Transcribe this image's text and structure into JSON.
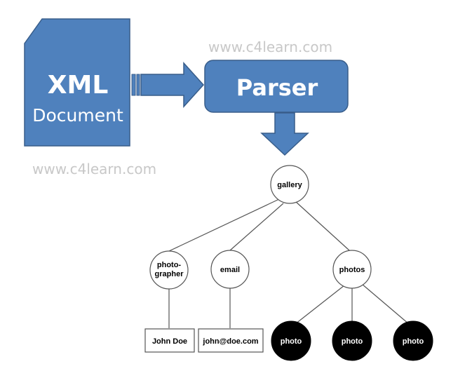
{
  "xml_document": {
    "line1": "XML",
    "line2": "Document"
  },
  "parser": {
    "label": "Parser"
  },
  "watermarks": [
    "www.c4learn.com",
    "www.c4learn.com"
  ],
  "tree": {
    "root": "gallery",
    "children": [
      "photo-",
      "grapher",
      "email",
      "photos"
    ],
    "leaf_values": [
      "John Doe",
      "john@doe.com"
    ],
    "photo_nodes": [
      "photo",
      "photo",
      "photo"
    ]
  },
  "colors": {
    "shape_fill": "#4f81bd",
    "shape_stroke": "#385d8a",
    "tree_line": "#555555"
  }
}
